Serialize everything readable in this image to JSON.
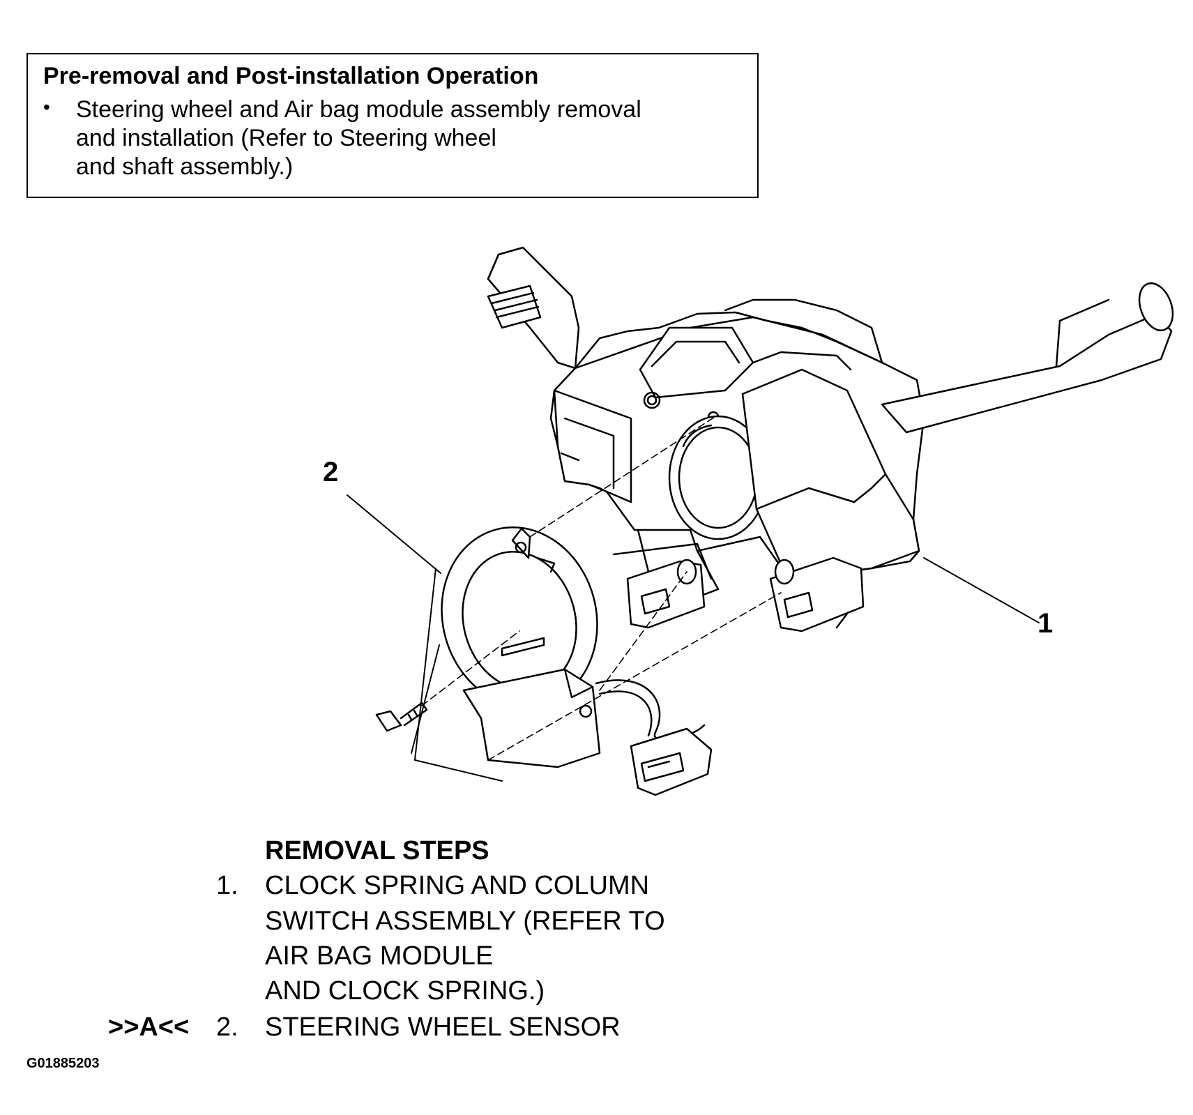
{
  "note": {
    "title": "Pre-removal and Post-installation Operation",
    "bullet": "•",
    "lines": [
      "Steering wheel and Air bag module assembly removal",
      "and installation (Refer to Steering wheel",
      "and shaft assembly.)"
    ]
  },
  "callouts": {
    "part1": "1",
    "part2": "2"
  },
  "removal_steps": {
    "heading": "REMOVAL STEPS",
    "step1_number": "1.",
    "step1_lines": [
      "CLOCK SPRING AND COLUMN",
      "SWITCH ASSEMBLY (REFER TO",
      "AIR BAG MODULE",
      "AND CLOCK SPRING.)"
    ],
    "step2_marker": ">>A<<",
    "step2_number": "2.",
    "step2_text": "STEERING WHEEL SENSOR"
  },
  "figure_id": "G01885203"
}
